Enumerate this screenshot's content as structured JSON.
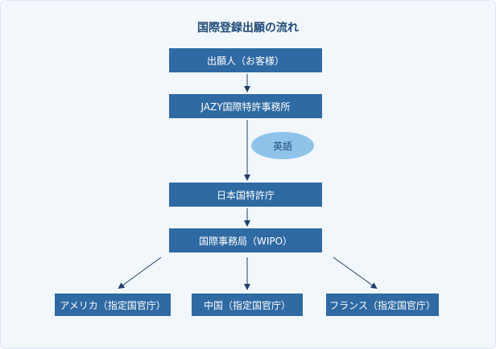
{
  "diagram": {
    "title": "国際登録出願の流れ",
    "nodes": {
      "applicant": "出願人（お客様）",
      "jazy": "JAZY国際特許事務所",
      "language": "英語",
      "jpo": "日本国特許庁",
      "wipo": "国際事務局（WIPO）",
      "usa": "アメリカ（指定国官庁）",
      "china": "中国（指定国官庁）",
      "france": "フランス（指定国官庁）"
    },
    "colors": {
      "box": "#2f6aa3",
      "ellipse": "#8fc3ea",
      "title": "#1f4a78",
      "arrow": "#1f3f66",
      "background": "#f2f7fc"
    }
  }
}
